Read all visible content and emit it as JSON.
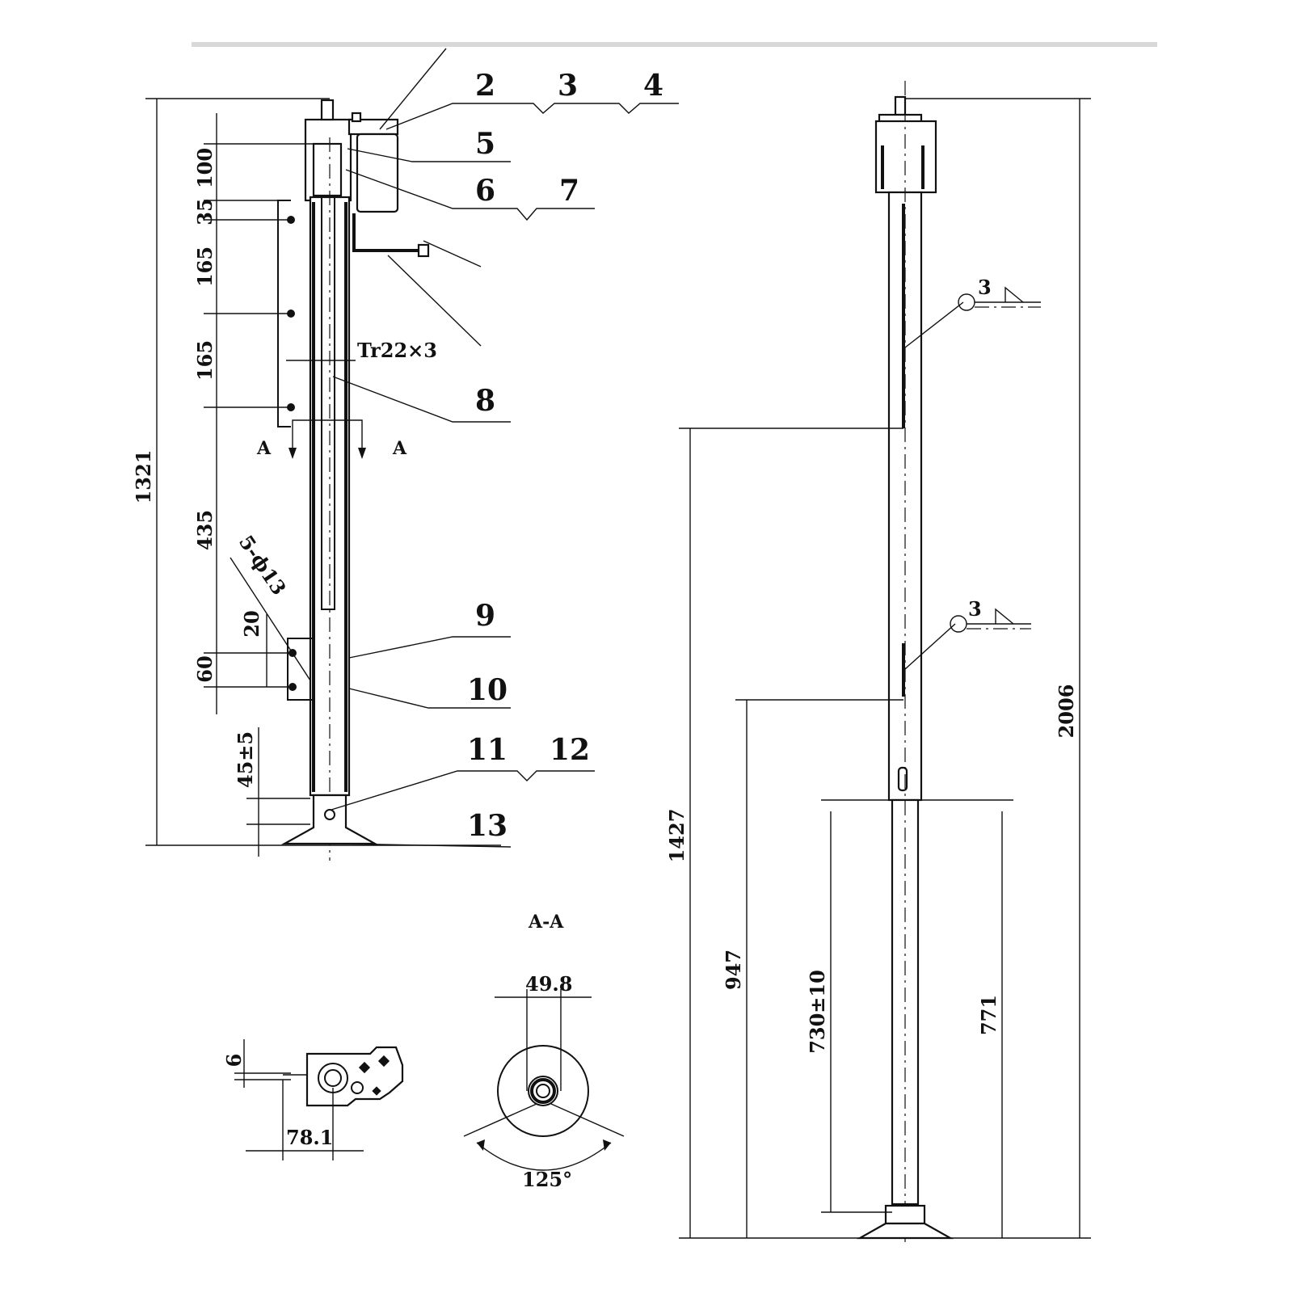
{
  "part_numbers": [
    "2",
    "3",
    "4",
    "5",
    "6",
    "7",
    "8",
    "9",
    "10",
    "11",
    "12",
    "13"
  ],
  "dims_left": {
    "overall": "1321",
    "d100": "100",
    "d35": "35",
    "d165a": "165",
    "d165b": "165",
    "d435": "435",
    "d20": "20",
    "d60": "60",
    "d45": "45±5",
    "holes": "5-ϕ13",
    "thread": "Tr22×3"
  },
  "section_marks": {
    "left": "A",
    "right": "A",
    "title": "A-A"
  },
  "dims_right": {
    "overall": "2006",
    "d1427": "1427",
    "d947": "947",
    "d730": "730±10",
    "d771": "771",
    "weld1": "3",
    "weld2": "3"
  },
  "dims_bottom": {
    "d6": "6",
    "d78": "78.1",
    "d49": "49.8",
    "angle": "125°"
  }
}
